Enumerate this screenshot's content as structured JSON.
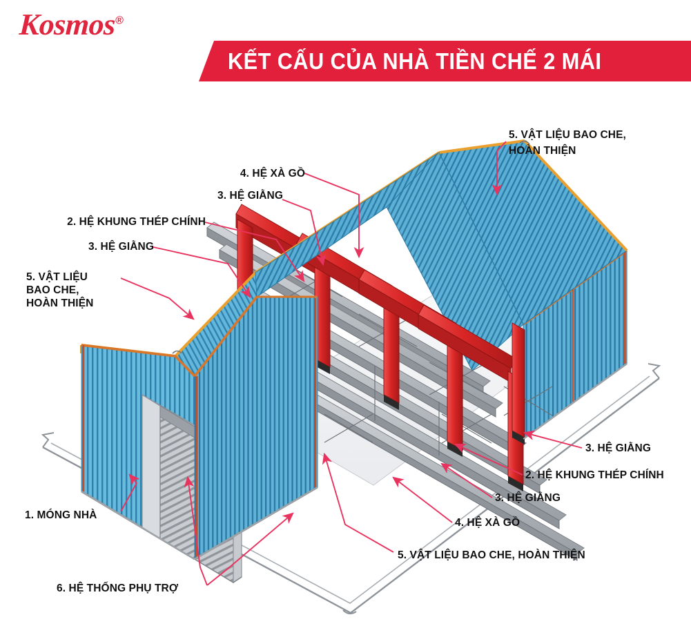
{
  "brand": {
    "name": "Kosmos",
    "registered_mark": "®",
    "color": "#E0253F"
  },
  "banner": {
    "title": "KẾT CẤU CỦA NHÀ TIỀN CHẾ 2 MÁI",
    "background_color": "#E2203C",
    "text_color": "#FFFFFF"
  },
  "diagram": {
    "type": "isometric-technical-illustration",
    "subject": "Pre-engineered steel building with two-slope (gable) roof",
    "colors": {
      "roof_cladding": "#5FB4DA",
      "roof_rib": "#2E7FA8",
      "wall_cladding": "#62B8DD",
      "wall_rib": "#2C7CA6",
      "trim_orange": "#E98A28",
      "steel_frame_red": "#E02F2F",
      "purlin_grey": "#ACB0B5",
      "foundation_grey": "#9FA4A9",
      "leader_line": "#E8335E",
      "label_text": "#111111"
    }
  },
  "callouts": [
    {
      "id": 1,
      "number": "1.",
      "text": "1. MÓNG NHÀ",
      "component": "foundation",
      "side": "left"
    },
    {
      "id": 2,
      "number": "2.",
      "text": "2. HỆ KHUNG THÉP CHÍNH",
      "component": "main-steel-frame",
      "side": "left"
    },
    {
      "id": 3,
      "number": "3.",
      "text": "3. HỆ GIẰNG",
      "component": "bracing-system",
      "side": "left"
    },
    {
      "id": 4,
      "number": "4.",
      "text": "4. HỆ XÀ GỒ",
      "component": "purlin-system",
      "side": "left"
    },
    {
      "id": 5,
      "number": "5.",
      "text": "5. VẬT LIỆU\nBAO CHE,\nHOÀN THIỆN",
      "component": "cladding-and-finishing",
      "side": "left"
    },
    {
      "id": 6,
      "number": "6.",
      "text": "6. HỆ THỐNG PHỤ TRỢ",
      "component": "auxiliary-systems",
      "side": "left"
    }
  ],
  "labels": {
    "top_left_purlin": "4. HỆ XÀ GỒ",
    "top_left_bracing": "3. HỆ GIẰNG",
    "left_main_frame": "2. HỆ KHUNG THÉP CHÍNH",
    "left_bracing": "3. HỆ GIẰNG",
    "left_cladding_l1": "5. VẬT LIỆU",
    "left_cladding_l2": "BAO CHE,",
    "left_cladding_l3": "HOÀN THIỆN",
    "top_right_cladding_l1": "5. VẬT LIỆU BAO CHE,",
    "top_right_cladding_l2": "HOÀN THIỆN",
    "right_bracing": "3. HỆ GIẰNG",
    "right_main_frame": "2. HỆ KHUNG THÉP CHÍNH",
    "right_bracing2": "3. HỆ GIẰNG",
    "right_purlin": "4. HỆ XÀ GỒ",
    "bottom_cladding": "5. VẬT LIỆU BAO CHE, HOÀN THIỆN",
    "foundation": "1. MÓNG NHÀ",
    "auxiliary": "6. HỆ THỐNG PHỤ TRỢ"
  }
}
